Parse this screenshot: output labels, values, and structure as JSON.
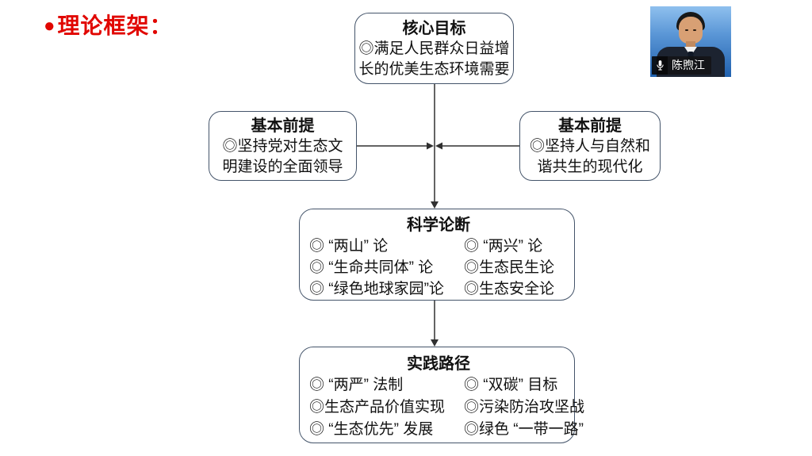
{
  "slide": {
    "title_bullet": "●",
    "title_text": "理论框架："
  },
  "speaker": {
    "name": "陈煦江",
    "mic_icon": "microphone"
  },
  "diagram": {
    "core_goal": {
      "title": "核心目标",
      "lines": [
        "◎满足人民群众日益增",
        "长的优美生态环境需要"
      ]
    },
    "premise_left": {
      "title": "基本前提",
      "lines": [
        "◎坚持党对生态文",
        "明建设的全面领导"
      ]
    },
    "premise_right": {
      "title": "基本前提",
      "lines": [
        "◎坚持人与自然和",
        "谐共生的现代化"
      ]
    },
    "scientific_judgments": {
      "title": "科学论断",
      "left_items": [
        "◎ “两山” 论",
        "◎ “生命共同体” 论",
        "◎ “绿色地球家园”论"
      ],
      "right_items": [
        "◎ “两兴” 论",
        "◎生态民生论",
        "◎生态安全论"
      ]
    },
    "practice_paths": {
      "title": "实践路径",
      "left_items": [
        "◎ “两严” 法制",
        "◎生态产品价值实现",
        "◎ “生态优先” 发展"
      ],
      "right_items": [
        "◎ “双碳” 目标",
        "◎污染防治攻坚战",
        "◎绿色 “一带一路”"
      ]
    }
  },
  "colors": {
    "title_red": "#e10600",
    "box_border": "#44546a",
    "connector": "#303030",
    "text": "#111111",
    "background": "#ffffff"
  }
}
